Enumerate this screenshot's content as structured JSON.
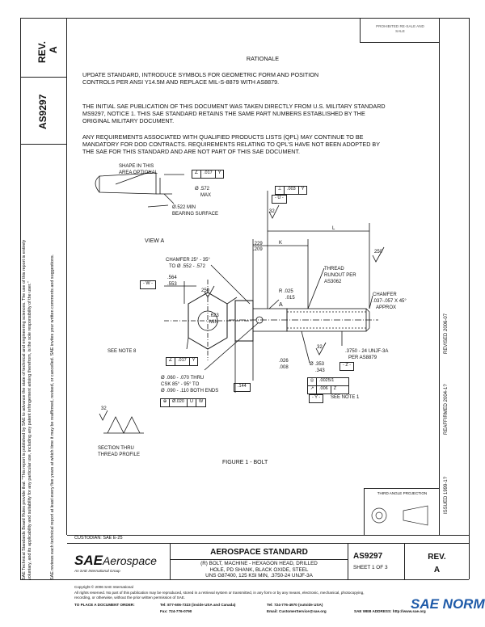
{
  "stamp": {
    "line1": "PROHIBITED RE-SALE AND",
    "line2": "SALE"
  },
  "side": {
    "rev_label": "REV.",
    "rev_value": "A",
    "doc_number": "AS9297",
    "notice_lines": [
      "SAE Technical Standards Board Rules provide that: \"This report is published by SAE to advance the state of technical and engineering sciences. The use of this report is entirely",
      "voluntary, and its applicability and suitability for any particular use, including any patent infringement arising therefrom, is the sole responsibility of the user.\"",
      "SAE reviews each technical report at least every five years at which time it may be reaffirmed, revised, or cancelled. SAE invites your written comments and suggestions."
    ],
    "dates": {
      "issued": "ISSUED 1999-1?",
      "reaffirmed": "REAFFIRMED 2004-1?",
      "revised": "REVISED 2006-07"
    }
  },
  "rationale": {
    "heading": "RATIONALE",
    "lines": [
      "UPDATE STANDARD, INTRODUCE SYMBOLS FOR GEOMETRIC FORM AND POSITION",
      "CONTROLS PER ANSI Y14.5M AND REPLACE MIL-S-8879 WITH AS8879."
    ]
  },
  "body": {
    "para1": [
      "THE INITIAL SAE PUBLICATION OF THIS DOCUMENT WAS TAKEN DIRECTLY FROM U.S. MILITARY STANDARD",
      "MS9297, NOTICE 1. THIS SAE STANDARD RETAINS THE SAME PART NUMBERS ESTABLISHED BY THE",
      "ORIGINAL MILITARY DOCUMENT."
    ],
    "para2": [
      "ANY REQUIREMENTS ASSOCIATED WITH QUALIFIED PRODUCTS LISTS (QPL) MAY CONTINUE TO BE",
      "MANDATORY FOR DOD CONTRACTS. REQUIREMENTS RELATING TO QPL'S HAVE NOT BEEN ADOPTED BY",
      "THE SAE FOR THIS STANDARD AND ARE NOT PART OF THIS SAE DOCUMENT."
    ]
  },
  "drawing": {
    "shape_note": [
      "SHAPE IN THIS",
      "AREA OPTIONAL"
    ],
    "fcf_top": {
      "value": ".017",
      "datum": "Y"
    },
    "dia_572": [
      "Ø .572",
      "MAX"
    ],
    "dia_522": [
      "Ø.522 MIN",
      "BEARING SURFACE"
    ],
    "view_a": "VIEW A",
    "chamfer_head": [
      "CHAMFER 25° - 35°",
      "TO  Ø .552 - .572"
    ],
    "dim_229": [
      ".229",
      ".209"
    ],
    "k_label": "K",
    "l_label": "L",
    "w_datum": "- W -",
    "dim_564": [
      ".564",
      ".553"
    ],
    "s250a": "250",
    "dim_623": [
      ".623",
      "MIN"
    ],
    "see_note_8": "SEE NOTE  8",
    "fcf_head": {
      "value": ".017",
      "datum": "Y"
    },
    "fcf_ushank": {
      "value": ".003",
      "datum": "Y"
    },
    "u_datum": "- U -",
    "s32a": "32",
    "s250b": "250",
    "thread_runout": [
      "THREAD",
      "RUNOUT PER",
      "AS3062"
    ],
    "radius": [
      "R .025",
      ".015"
    ],
    "a_label": "A",
    "chamfer_tip": [
      "CHAMFER",
      ".037-.057 X 45°",
      "APPROX"
    ],
    "s32b": "32",
    "thread_spec": [
      ".3750 - 24 UNJF-3A",
      "PER AS8879"
    ],
    "z_datum": "- Z -",
    "dim_026": [
      ".026",
      ".008"
    ],
    "dia_353": [
      "Ø .353",
      ".343"
    ],
    "fcf_shank": {
      "value1": ".0025/1",
      "value2": ".006",
      "datum": "Z"
    },
    "y_datum": "- Y -",
    "see_note_1": "SEE NOTE 1",
    "drill_note": [
      "Ø .060 - .070 THRU",
      "CSK 85° - 95° TO",
      "Ø .090 - .110 BOTH ENDS"
    ],
    "box_144": ".144",
    "fcf_hole": {
      "value": "Ø.020",
      "d1": "U",
      "d2": "W"
    },
    "s32c": "32",
    "section_label": [
      "SECTION THRU",
      "THREAD PROFILE"
    ],
    "figure_caption": "FIGURE 1 - BOLT",
    "projection": "THIRD ANGLE PROJECTION"
  },
  "title_block": {
    "custodian": "CUSTODIAN: SAE E-25",
    "brand_sae": "SAE",
    "brand_aero": "Aerospace",
    "brand_sub": "An SAE International Group",
    "std_title": "AEROSPACE STANDARD",
    "desc": [
      "(R) BOLT, MACHINE - HEXAGON HEAD, DRILLED",
      "HOLE, PD SHANK, BLACK OXIDE, STEEL",
      "UNS G87400, 125 KSI MIN, .3750-24 UNJF-3A"
    ],
    "doc": "AS9297",
    "sheet": "SHEET 1 OF 3",
    "rev_label": "REV.",
    "rev_value": "A"
  },
  "footer": {
    "copyright": "Copyright © 2006 SAE International",
    "rights": [
      "All rights reserved. No part of this publication may be reproduced, stored in a retrieval system or transmitted, in any form or by any means, electronic, mechanical, photocopying,",
      "recording, or otherwise, without the prior written permission of SAE."
    ],
    "order_label": "TO PLACE A DOCUMENT ORDER:",
    "tel1": "Tel:  877-606-7323 (inside USA and Canada)",
    "tel2": "Tel:  724-776-4970 (outside USA)",
    "fax": "Fax:  724-776-0790",
    "email": "Email:  CustomerService@sae.org",
    "web": "SAE WEB ADDRESS:  http://www.sae.org"
  },
  "watermark": "SAE NORM"
}
